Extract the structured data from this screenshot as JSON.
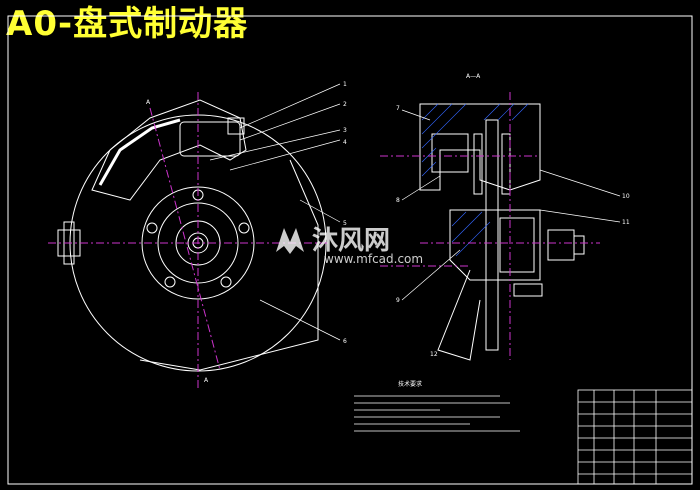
{
  "title": "A0-盘式制动器",
  "section_label": "A—A",
  "section_marks": [
    "A",
    "A"
  ],
  "callouts_left": [
    "1",
    "2",
    "3",
    "4",
    "5",
    "6"
  ],
  "callouts_right": [
    "7",
    "8",
    "9",
    "10",
    "11",
    "12"
  ],
  "watermark": {
    "name": "沐风网",
    "url": "www.mfcad.com"
  },
  "notes_heading": "技术要求",
  "colors": {
    "title": "#ffff33",
    "lines": "#ffffff",
    "centerline": "#cc33cc",
    "background": "#000000"
  }
}
